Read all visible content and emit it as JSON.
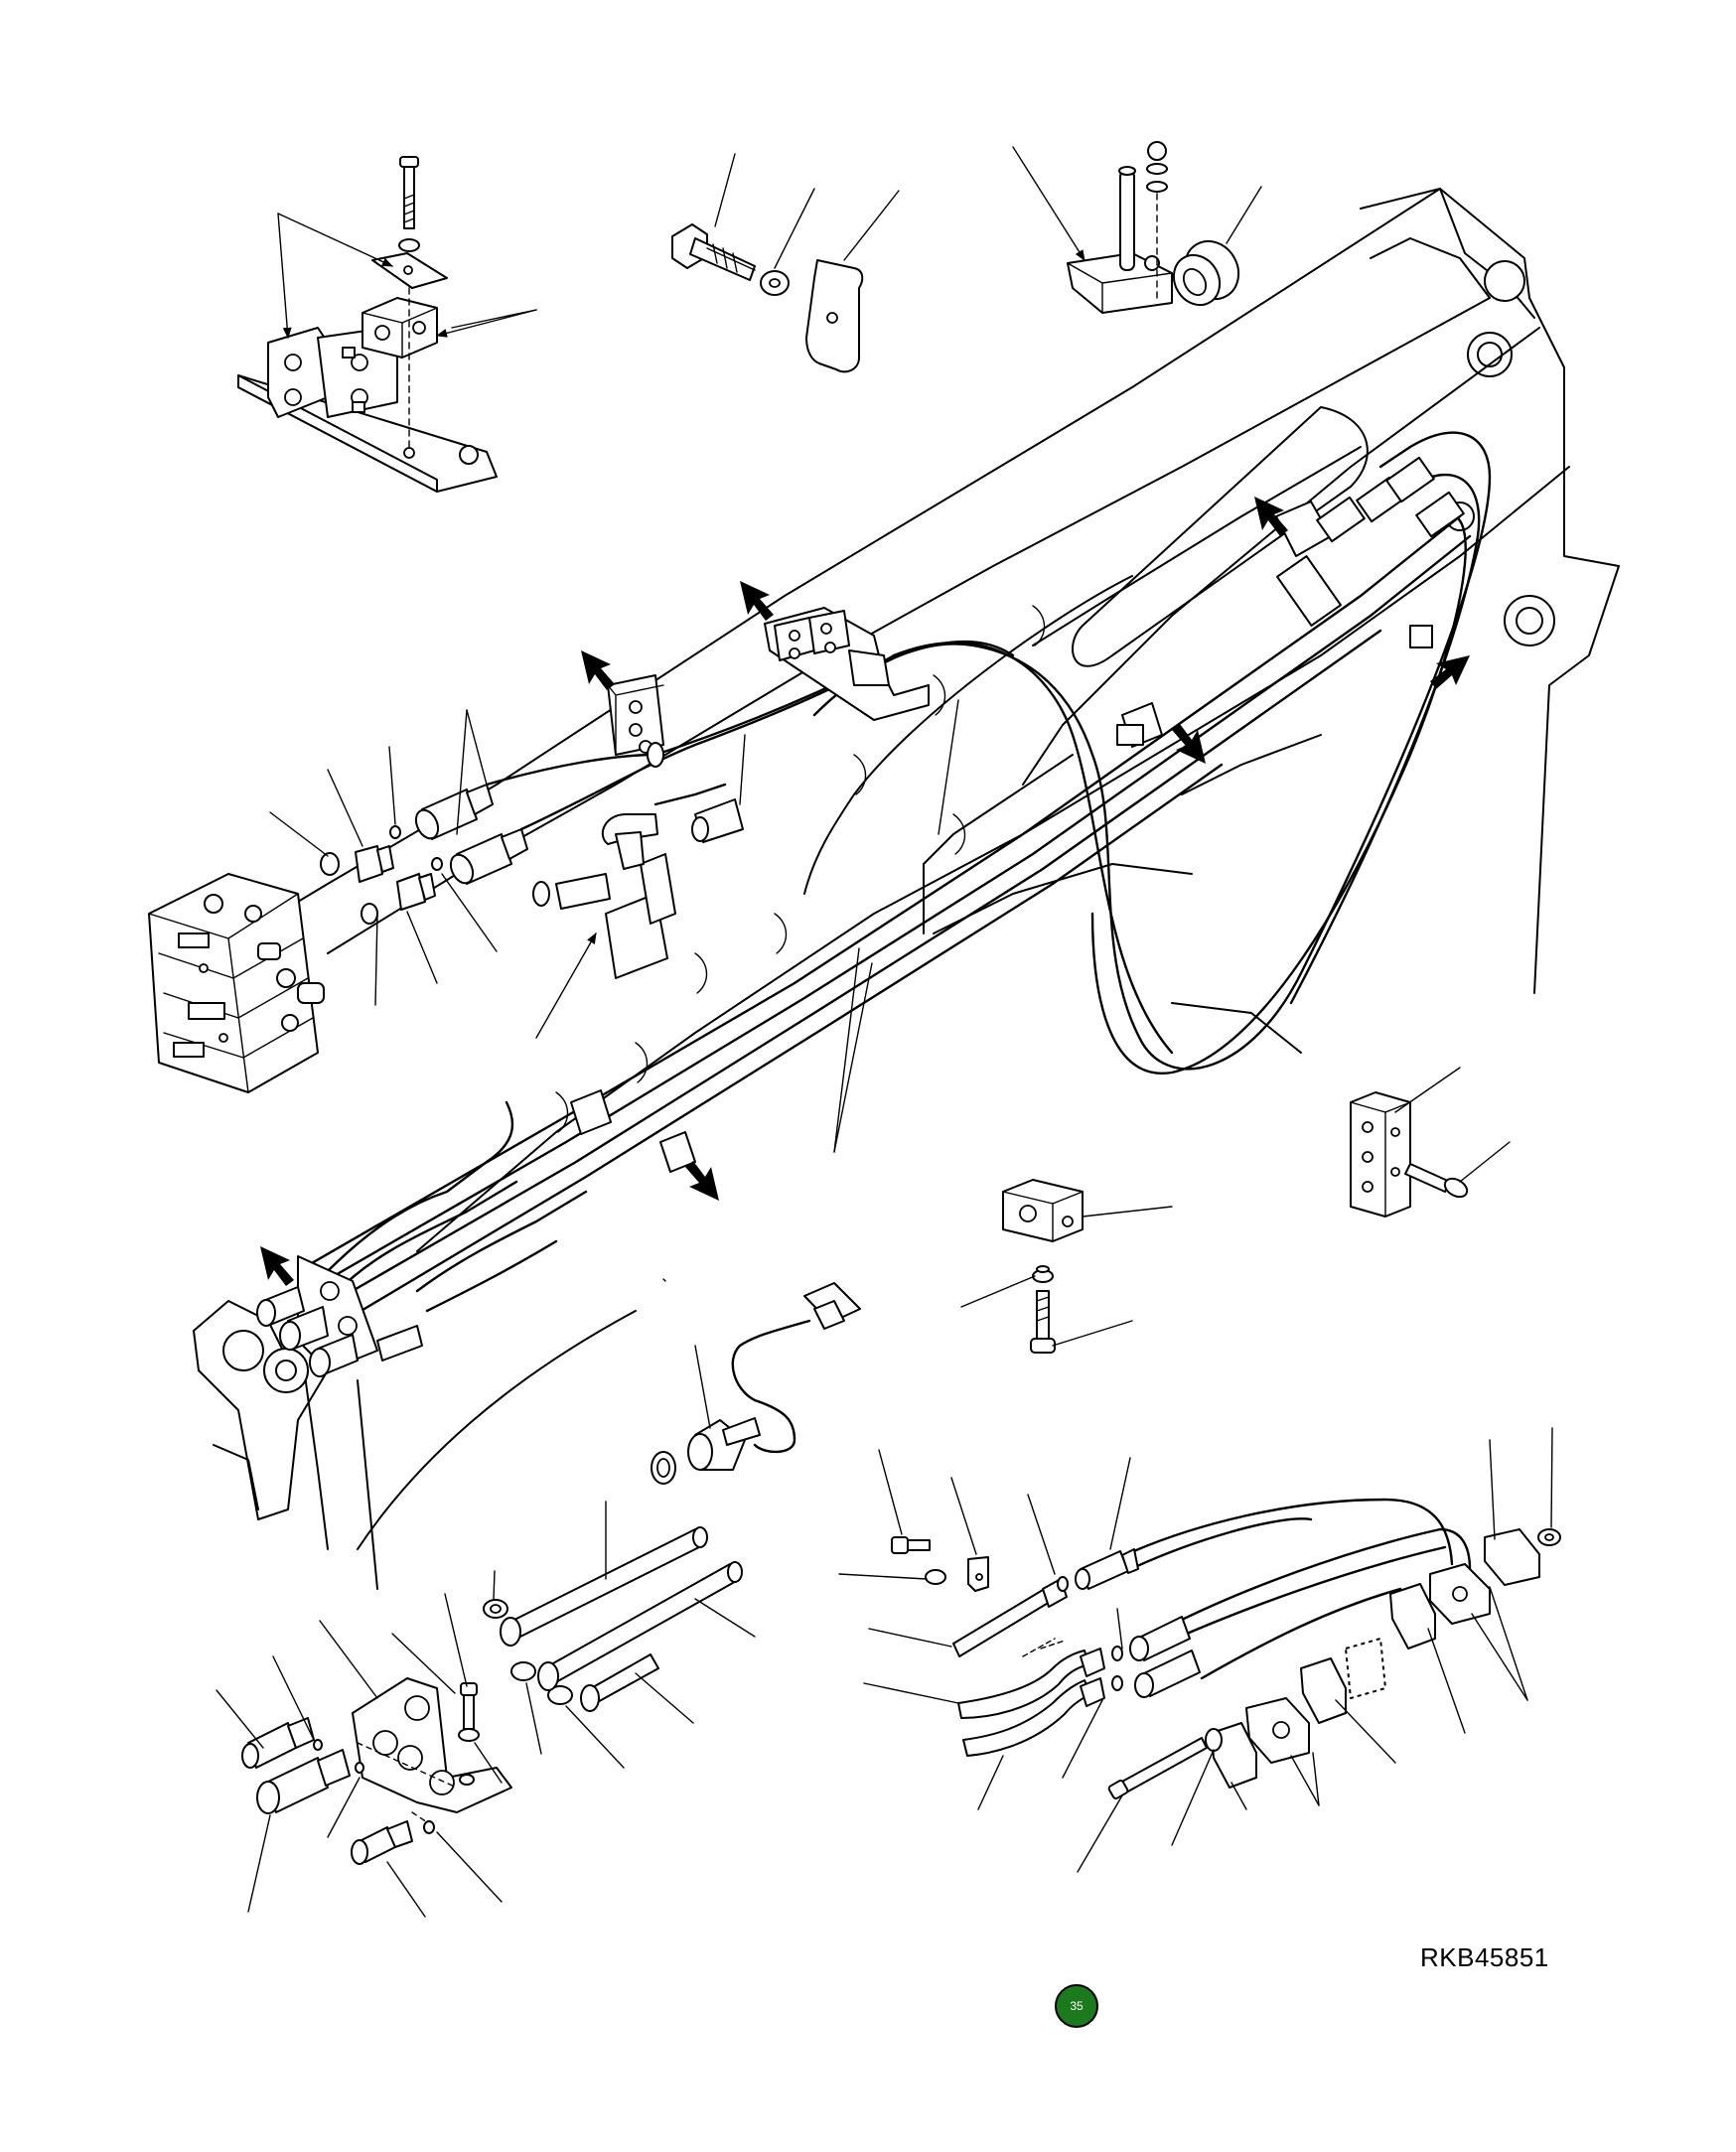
{
  "drawing": {
    "code": "RKB45851",
    "page_number": "35",
    "badge_color": "#1b7a1b",
    "line_color": "#000000",
    "background": "#ffffff"
  },
  "icons": {
    "badge": "page-number-circle",
    "arrows": "bold-locator-arrow"
  }
}
